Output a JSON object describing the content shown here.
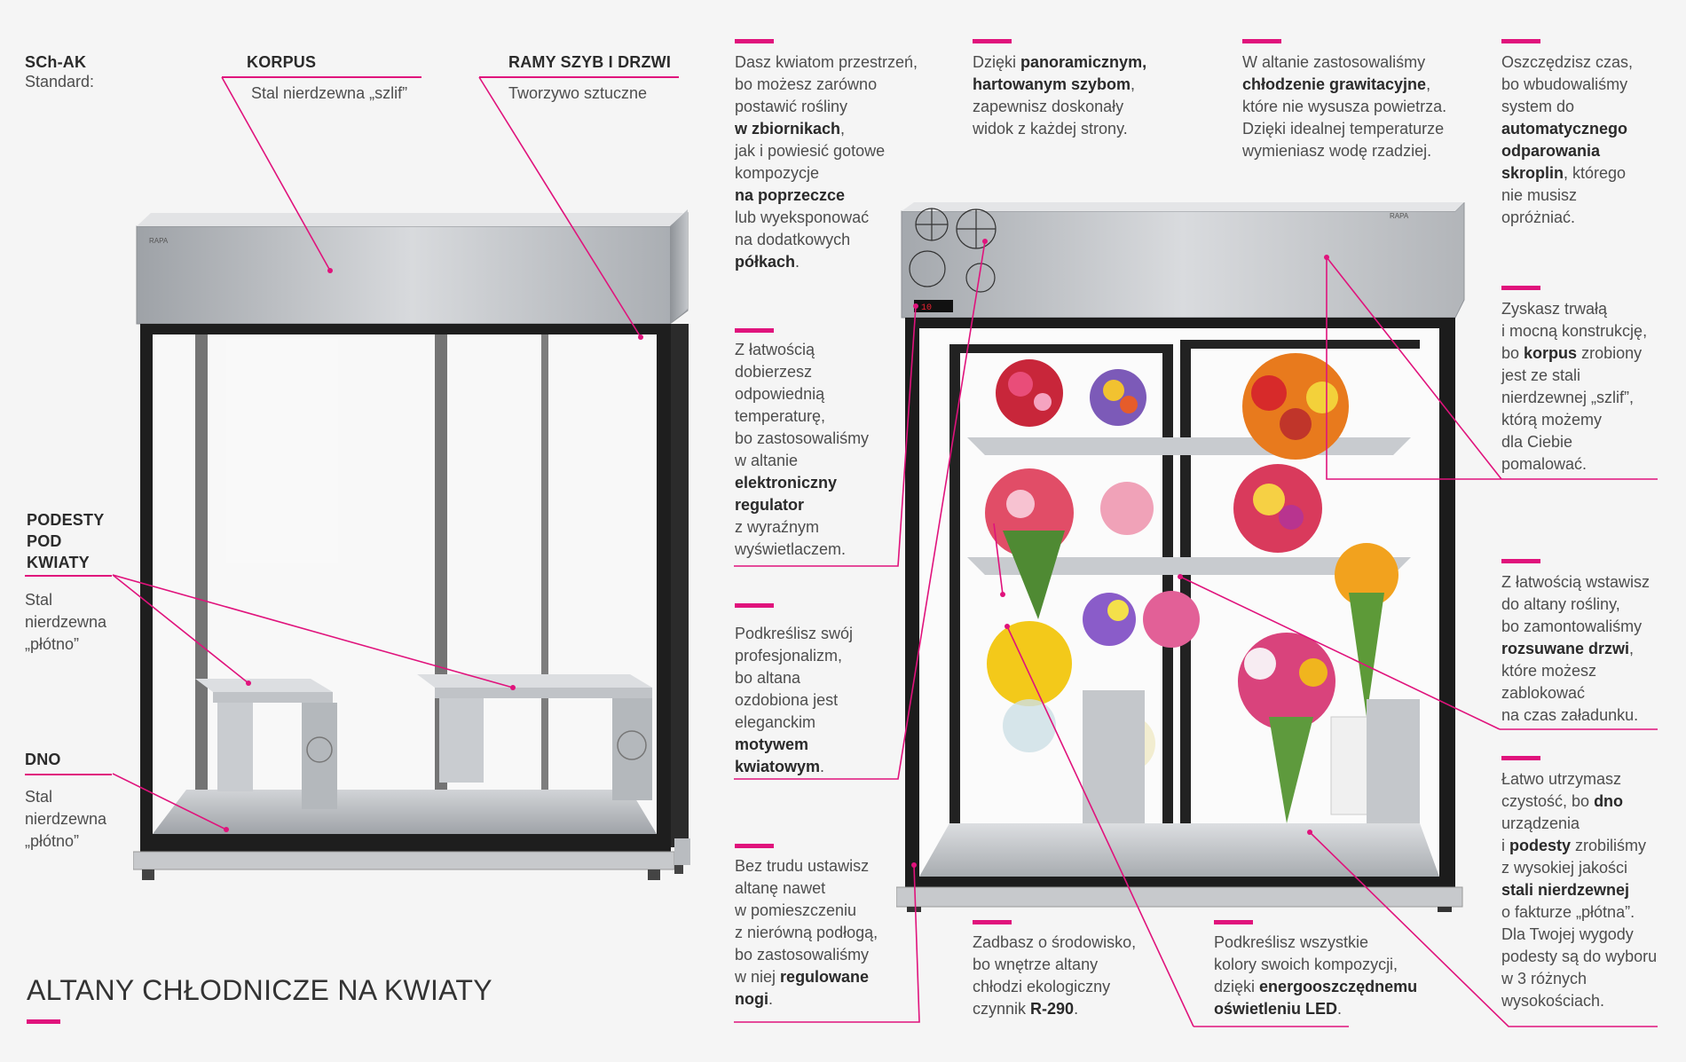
{
  "brand": "RAPA",
  "display_reading": "10",
  "left_labels": {
    "model": "SCh-AK",
    "standard": "Standard:",
    "korpus_title": "KORPUS",
    "korpus_desc": "Stal nierdzewna „szlif”",
    "ramy_title": "RAMY SZYB I DRZWI",
    "ramy_desc": "Tworzywo sztuczne",
    "podesty_title_1": "PODESTY",
    "podesty_title_2": "POD",
    "podesty_title_3": "KWIATY",
    "podesty_desc_1": "Stal",
    "podesty_desc_2": "nierdzewna",
    "podesty_desc_3": "„płótno”",
    "dno_title": "DNO",
    "dno_desc_1": "Stal",
    "dno_desc_2": "nierdzewna",
    "dno_desc_3": "„płótno”"
  },
  "title": "ALTANY CHŁODNICZE NA KWIATY",
  "features": {
    "f1": [
      "Dasz kwiatom przestrzeń,",
      "bo możesz zarówno",
      "postawić rośliny",
      "w zbiornikach",
      ",",
      "jak i powiesić gotowe",
      "kompozycje",
      "na poprzeczce",
      "lub wyeksponować",
      "na dodatkowych",
      "półkach",
      "."
    ],
    "f2": [
      "Z łatwością",
      "dobierzesz",
      "odpowiednią",
      "temperaturę,",
      "bo zastosowaliśmy",
      "w altanie",
      "elektroniczny",
      "regulator",
      "z wyraźnym",
      "wyświetlaczem."
    ],
    "f3": [
      "Podkreślisz swój",
      "profesjonalizm,",
      "bo altana",
      "ozdobiona jest",
      "eleganckim",
      "motywem",
      "kwiatowym",
      "."
    ],
    "f4": [
      "Bez trudu ustawisz",
      "altanę nawet",
      "w pomieszczeniu",
      "z nierówną podłogą,",
      "bo zastosowaliśmy",
      "w niej",
      "regulowane",
      "nogi",
      "."
    ],
    "f5": [
      "Dzięki",
      "panoramicznym,",
      "hartowanym szybom",
      ",",
      "zapewnisz doskonały",
      "widok z każdej strony."
    ],
    "f6": [
      "W altanie zastosowaliśmy",
      "chłodzenie grawitacyjne",
      ",",
      "które nie wysusza powietrza.",
      "Dzięki idealnej temperaturze",
      "wymieniasz wodę rzadziej."
    ],
    "f7": [
      "Oszczędzisz czas,",
      "bo wbudowaliśmy",
      "system do",
      "automatycznego",
      "odparowania",
      "skroplin",
      ", którego",
      "nie musisz",
      "opróżniać."
    ],
    "f8": [
      "Zyskasz trwałą",
      "i mocną konstrukcję,",
      "bo",
      "korpus",
      "zrobiony",
      "jest ze stali",
      "nierdzewnej „szlif”,",
      "którą możemy",
      "dla Ciebie",
      "pomalować."
    ],
    "f9": [
      "Z łatwością wstawisz",
      "do altany rośliny,",
      "bo zamontowaliśmy",
      "rozsuwane drzwi",
      ",",
      "które możesz",
      "zablokować",
      "na czas załadunku."
    ],
    "f10": [
      "Łatwo utrzymasz",
      "czystość, bo",
      "dno",
      "urządzenia",
      "i",
      "podesty",
      "zrobiliśmy",
      "z wysokiej jakości",
      "stali nierdzewnej",
      "o fakturze „płótna”.",
      "Dla Twojej wygody",
      "podesty są do wyboru",
      "w 3 różnych",
      "wysokościach."
    ],
    "f11": [
      "Zadbasz o środowisko,",
      "bo wnętrze altany",
      "chłodzi ekologiczny",
      "czynnik",
      "R-290",
      "."
    ],
    "f12": [
      "Podkreślisz wszystkie",
      "kolory swoich kompozycji,",
      "dzięki",
      "energooszczędnemu",
      "oświetleniu LED",
      "."
    ]
  },
  "colors": {
    "accent": "#e0137c",
    "steel": "#b9bcc0",
    "frame": "#1e1e1e"
  }
}
